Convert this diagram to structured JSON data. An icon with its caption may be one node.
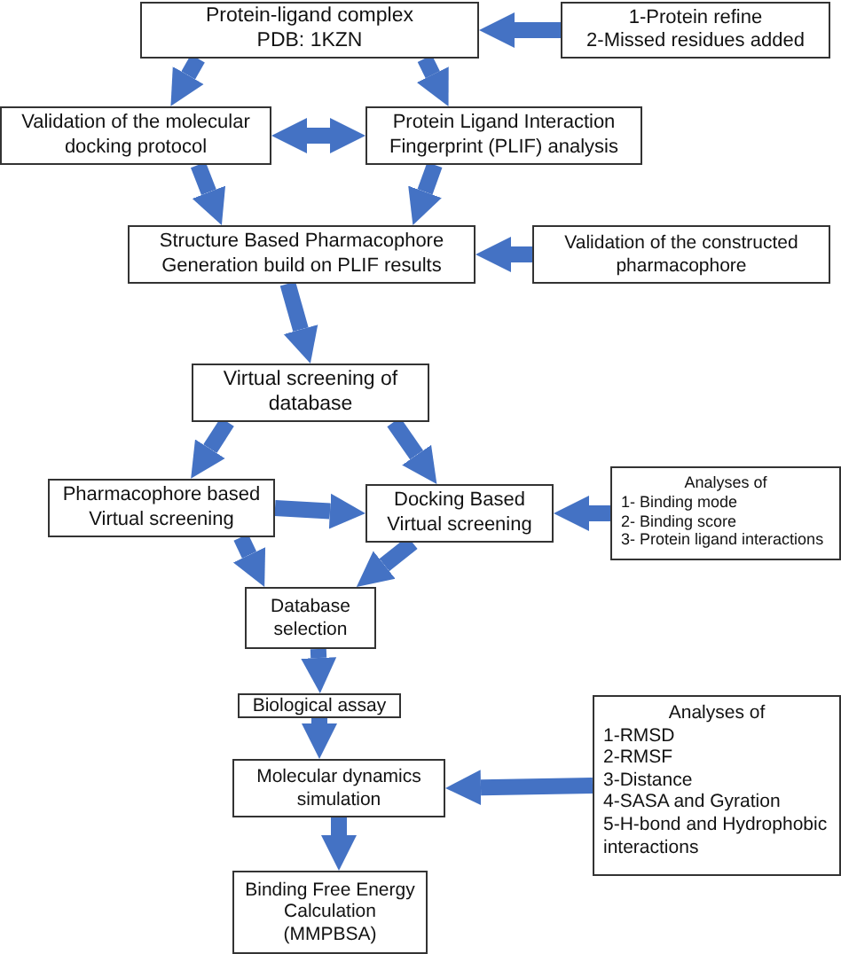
{
  "diagram": {
    "nodes": [
      {
        "text": [
          "Protein-ligand complex",
          "PDB: 1KZN"
        ]
      },
      {
        "text": [
          "1-Protein refine",
          "2-Missed residues added"
        ]
      },
      {
        "text": [
          "Validation of the molecular docking protocol"
        ]
      },
      {
        "text": [
          "Protein Ligand Interaction Fingerprint (PLIF) analysis"
        ]
      },
      {
        "text": [
          "Structure Based Pharmacophore Generation build on PLIF results"
        ]
      },
      {
        "text": [
          "Validation of the constructed pharmacophore"
        ]
      },
      {
        "text": [
          "Virtual screening of database"
        ]
      },
      {
        "text": [
          "Pharmacophore based Virtual screening"
        ]
      },
      {
        "text": [
          "Docking Based Virtual screening"
        ]
      },
      {
        "text": [
          "Analyses of",
          "1- Binding mode",
          "2- Binding score",
          "3- Protein ligand interactions"
        ]
      },
      {
        "text": [
          "Database selection"
        ]
      },
      {
        "text": [
          "Biological assay"
        ]
      },
      {
        "text": [
          "Molecular dynamics simulation"
        ]
      },
      {
        "text": [
          "Binding Free Energy Calculation (MMPBSA)"
        ]
      },
      {
        "text": [
          "Analyses of",
          "1-RMSD",
          "2-RMSF",
          "3-Distance",
          "4-SASA and Gyration",
          "5-H-bond and Hydrophobic interactions"
        ]
      }
    ],
    "edges": [
      {
        "from": 1,
        "to": 0,
        "arrow": "to"
      },
      {
        "from": 0,
        "to": 2,
        "arrow": "to"
      },
      {
        "from": 0,
        "to": 3,
        "arrow": "to"
      },
      {
        "from": 2,
        "to": 3,
        "arrow": "both"
      },
      {
        "from": 2,
        "to": 4,
        "arrow": "to"
      },
      {
        "from": 3,
        "to": 4,
        "arrow": "to"
      },
      {
        "from": 5,
        "to": 4,
        "arrow": "to"
      },
      {
        "from": 4,
        "to": 6,
        "arrow": "to"
      },
      {
        "from": 6,
        "to": 7,
        "arrow": "to"
      },
      {
        "from": 6,
        "to": 8,
        "arrow": "to"
      },
      {
        "from": 7,
        "to": 8,
        "arrow": "to"
      },
      {
        "from": 9,
        "to": 8,
        "arrow": "to"
      },
      {
        "from": 7,
        "to": 10,
        "arrow": "to"
      },
      {
        "from": 8,
        "to": 10,
        "arrow": "to"
      },
      {
        "from": 10,
        "to": 11,
        "arrow": "to"
      },
      {
        "from": 11,
        "to": 12,
        "arrow": "to"
      },
      {
        "from": 14,
        "to": 12,
        "arrow": "to"
      },
      {
        "from": 12,
        "to": 13,
        "arrow": "to"
      }
    ]
  }
}
